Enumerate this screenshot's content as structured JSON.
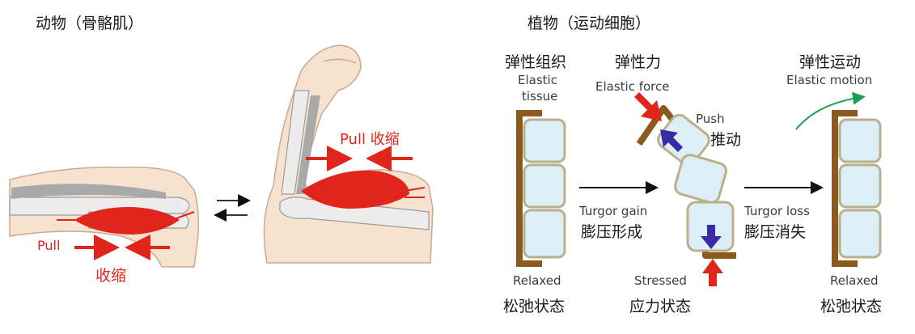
{
  "animal": {
    "title": "动物（骨骼肌）",
    "relaxed_pull": "Pull",
    "relaxed_contract": "收缩",
    "flexed_pull": "Pull 收缩"
  },
  "plant": {
    "title": "植物（运动细胞）",
    "tissue_cn": "弹性组织",
    "tissue_en_1": "Elastic",
    "tissue_en_2": "tissue",
    "force_cn": "弹性力",
    "force_en": "Elastic force",
    "push_en": "Push",
    "push_cn": "推动",
    "motion_cn": "弹性运动",
    "motion_en": "Elastic motion",
    "gain_en": "Turgor gain",
    "gain_cn": "膨压形成",
    "loss_en": "Turgor loss",
    "loss_cn": "膨压消失",
    "relaxed_en_left": "Relaxed",
    "relaxed_cn_left": "松弛状态",
    "stressed_en": "Stressed",
    "stressed_cn": "应力状态",
    "relaxed_en_right": "Relaxed",
    "relaxed_cn_right": "松弛状态"
  },
  "colors": {
    "muscle": "#e0261c",
    "skin": "#f7e2cf",
    "skin_outline": "#c9a98f",
    "bone": "#e9e9e9",
    "tendon": "#a7a7a7",
    "wall": "#8b5a1e",
    "cell": "#dceef6",
    "cell_outline": "#b9b08c",
    "push_arrow": "#3a2aa6",
    "motion_arrow": "#1f9d57"
  },
  "icons": {
    "exchange": "double-arrow-icon"
  }
}
